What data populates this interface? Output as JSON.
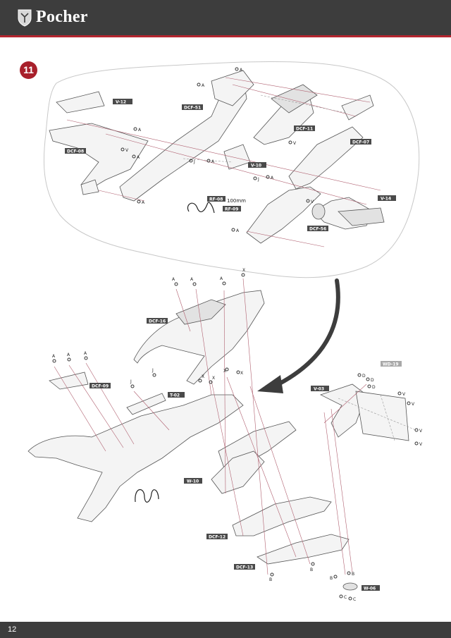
{
  "header": {
    "brand": "Pocher"
  },
  "step": {
    "number": "11"
  },
  "upper_assembly": {
    "part_labels": [
      "V-12",
      "DCF-51",
      "DCF-08",
      "DCF-11",
      "DCF-07",
      "V-10",
      "RF-08",
      "RF-09",
      "V-14",
      "DCF-56"
    ],
    "dimension": "100mm",
    "hardware": [
      "A",
      "A",
      "A",
      "V",
      "A",
      "J",
      "A",
      "A",
      "V",
      "J",
      "A",
      "V",
      "A"
    ]
  },
  "lower_assembly": {
    "part_labels": [
      "DCF-16",
      "DCF-09",
      "T-02",
      "V-03",
      "WD-19",
      "W-10",
      "DCF-12",
      "DCF-13",
      "W-06"
    ],
    "hardware": [
      "A",
      "A",
      "A",
      "X",
      "A",
      "A",
      "A",
      "J",
      "J",
      "X",
      "X",
      "X",
      "X",
      "D",
      "D",
      "D",
      "V",
      "V",
      "V",
      "V",
      "B",
      "B",
      "B",
      "B",
      "C",
      "C"
    ]
  },
  "footer": {
    "page_number": "12"
  },
  "colors": {
    "brand_red": "#a8202b",
    "bar": "#3d3d3d"
  }
}
